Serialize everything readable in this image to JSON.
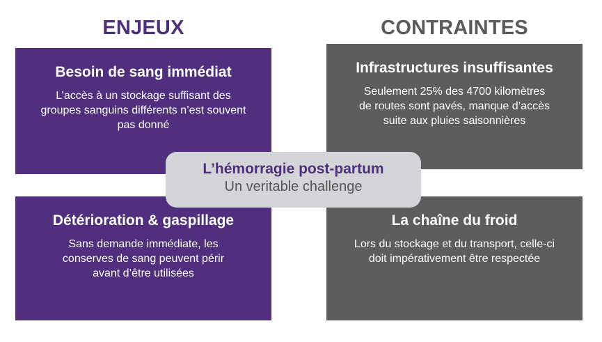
{
  "headings": {
    "enjeux": "ENJEUX",
    "contraintes": "CONTRAINTES"
  },
  "enjeux": [
    {
      "title": "Besoin de sang immédiat",
      "text": "L’accès à un stockage suffisant des groupes sanguins différents n’est souvent pas donné"
    },
    {
      "title": "Détérioration & gaspillage",
      "text": "Sans demande immédiate, les conserves de sang peuvent périr avant d’être utilisées"
    }
  ],
  "contraintes": [
    {
      "title": "Infrastructures insuffisantes",
      "text": "Seulement 25% des 4700 kilomètres de routes sont pavés, manque d’accès suite aux pluies saisonnières"
    },
    {
      "title": "La chaîne du froid",
      "text": "Lors du stockage et du transport, celle-ci doit impérativement être respectée"
    }
  ],
  "center": {
    "title": "L’hémorragie post-partum",
    "subtitle": "Un veritable challenge"
  },
  "colors": {
    "purple": "#4f2f7e",
    "grey": "#5d5d5d",
    "callout": "#d3d5d8"
  }
}
